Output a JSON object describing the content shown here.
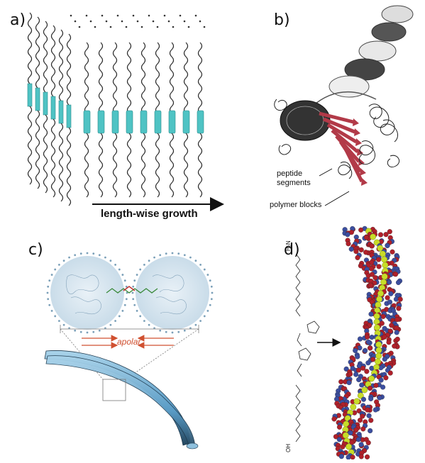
{
  "panels": {
    "a": {
      "label": "a)",
      "caption": "length-wise growth",
      "colors": {
        "peptide": "#4fc3c4",
        "chain": "#2b2b2b"
      }
    },
    "b": {
      "label": "b)",
      "annotations": {
        "peptide": "peptide\nsegments",
        "polymer": "polymer blocks"
      },
      "colors": {
        "peptide": "#b23a48",
        "helix": "#555555"
      }
    },
    "c": {
      "label": "c)",
      "apolar": "apolar",
      "colors": {
        "fiber": "#6aa9cc",
        "dots": "#7a9fb8",
        "arrow": "#d05030"
      }
    },
    "d": {
      "label": "d)",
      "chem": {
        "h2n": "H₂N",
        "oh": "OH"
      },
      "colors": {
        "core": "#c8dc28",
        "red": "#b0202a",
        "blue": "#3b4ea0"
      }
    }
  }
}
